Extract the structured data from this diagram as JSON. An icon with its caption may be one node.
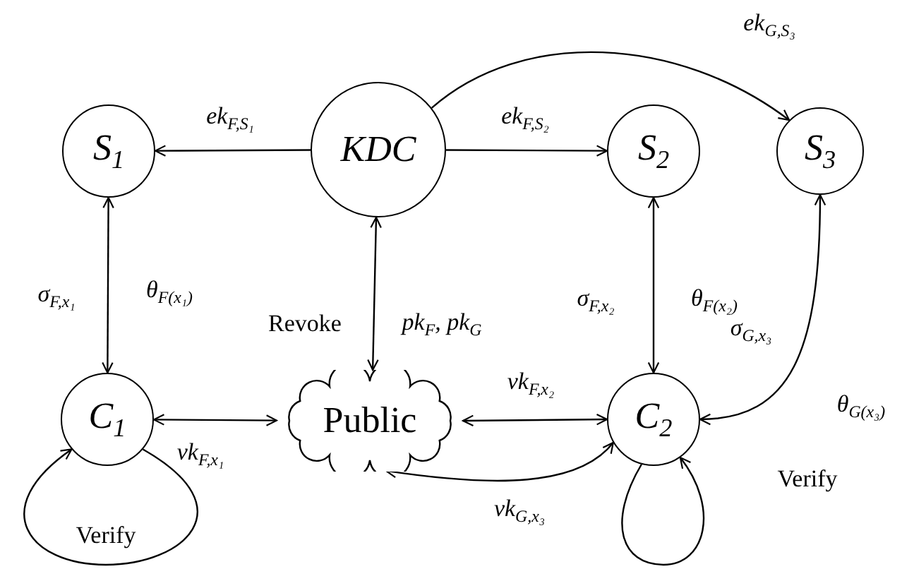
{
  "diagram": {
    "nodes": [
      {
        "text": [
          "S$_{1}$"
        ]
      },
      {
        "text": [
          "KDC"
        ]
      },
      {
        "text": [
          "S$_{2}$"
        ]
      },
      {
        "text": [
          "S$_{3}$"
        ]
      },
      {
        "text": [
          "C$_{1}$"
        ]
      },
      {
        "text": [
          "Public"
        ]
      },
      {
        "text": [
          "C$_{2}$"
        ]
      }
    ],
    "edges": [
      {
        "from": 1,
        "to": 0,
        "arrow": "to",
        "label": "ek$_{F,S₁}$"
      },
      {
        "from": 1,
        "to": 2,
        "arrow": "to",
        "label": "ek$_{F,S₂}$"
      },
      {
        "from": 1,
        "to": 3,
        "arrow": "to",
        "label": "ek$_{G,S₃}$"
      },
      {
        "from": 0,
        "to": 4,
        "arrow": "both",
        "label": "σ$_{F,x₁}$"
      },
      {
        "from": 1,
        "to": 5,
        "arrow": "both",
        "label": "pk$_{F}$, pk$_{G}$"
      },
      {
        "from": 2,
        "to": 6,
        "arrow": "both",
        "label": "σ$_{F,x₂}$"
      },
      {
        "from": 3,
        "to": 6,
        "arrow": "both",
        "label": "σ$_{G,x₃}$"
      },
      {
        "from": 4,
        "to": 5,
        "arrow": "both",
        "label": "vk$_{F,x₁}$"
      },
      {
        "from": 5,
        "to": 6,
        "arrow": "both",
        "label": "vk$_{F,x₂}$"
      },
      {
        "from": 5,
        "to": 6,
        "arrow": "both",
        "label": "vk$_{G,x₃}$"
      },
      {
        "from": 4,
        "to": 4,
        "arrow": "to",
        "label": "Verify"
      },
      {
        "from": 6,
        "to": 6,
        "arrow": "to",
        "label": "Verify"
      }
    ],
    "labels": [
      "θ$_{F(x₁)}$",
      "Revoke",
      "θ$_{F(x₂)}$",
      "θ$_{G(x₃)}$"
    ]
  }
}
